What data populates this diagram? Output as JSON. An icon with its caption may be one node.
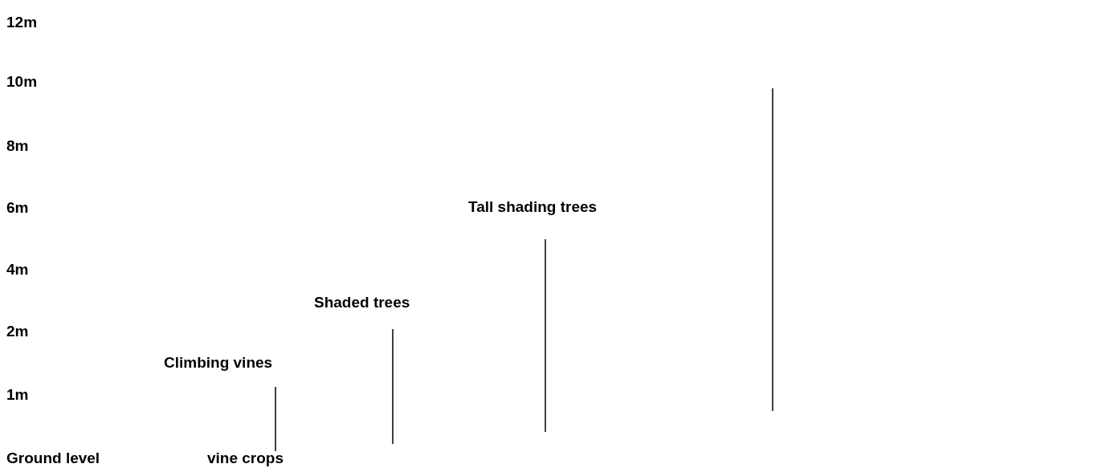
{
  "diagram": {
    "labels": [
      "12m",
      "10m",
      "8m",
      "6m",
      "Tall shading trees",
      "4m",
      "Shaded trees",
      "2m",
      "Climbing vines",
      "1m",
      "Ground level",
      "vine crops"
    ]
  }
}
